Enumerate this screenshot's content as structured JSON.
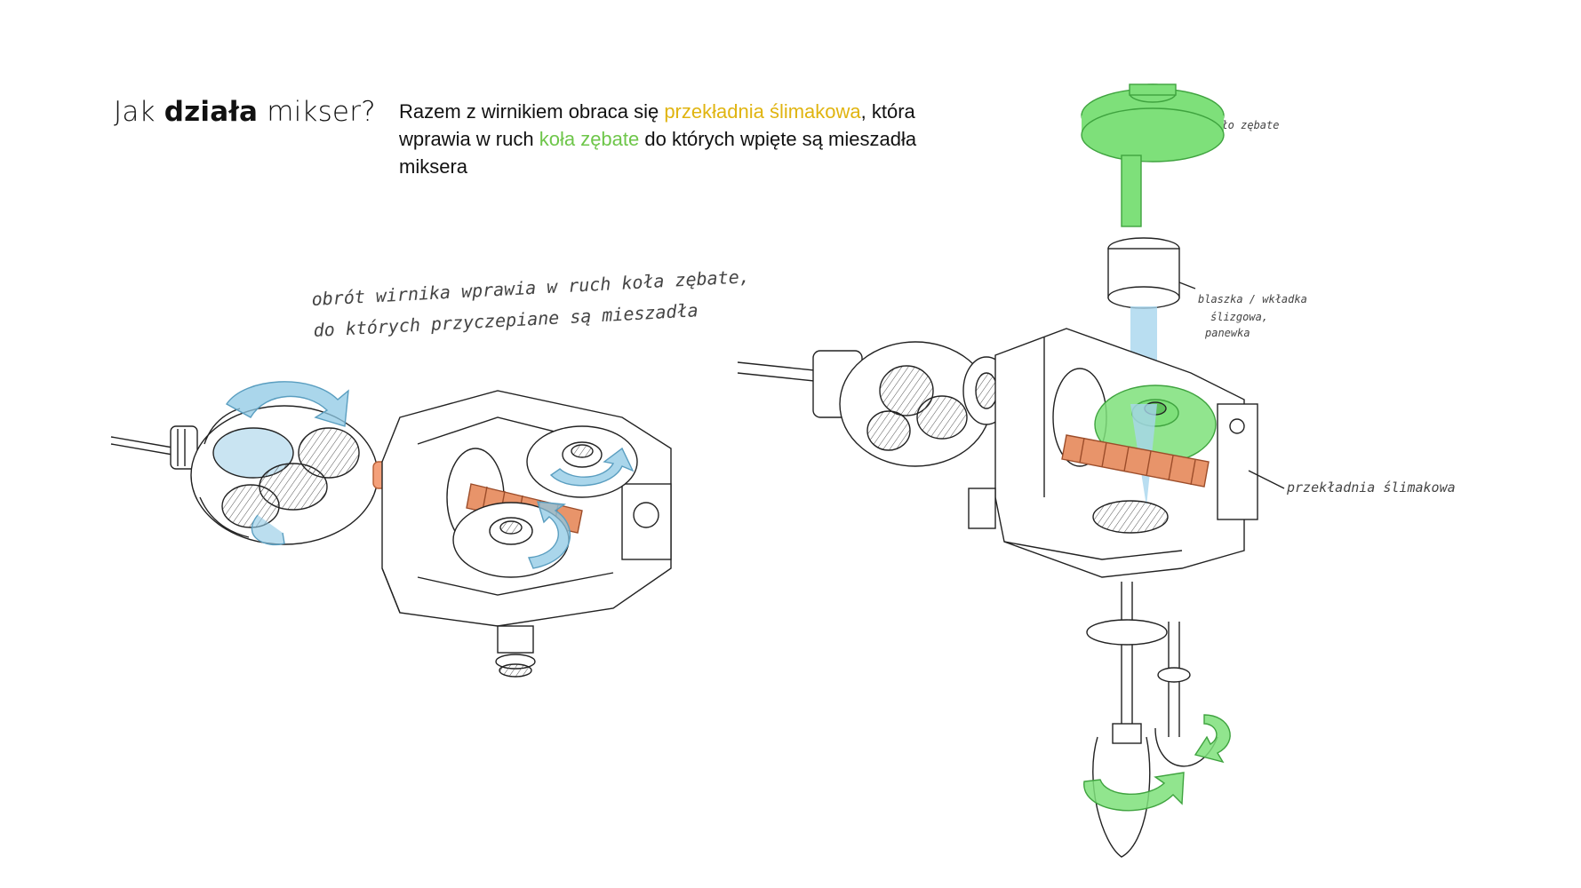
{
  "title": {
    "prefix": "Jak ",
    "bold": "działa",
    "suffix": " mikser?"
  },
  "description": {
    "part1": "Razem z wirnikiem obraca się ",
    "highlight1": "przekładnia ślimakowa",
    "part2": ", która wprawia w ruch ",
    "highlight2": "koła zębate",
    "part3": " do których wpięte są mieszadła miksera"
  },
  "notes": {
    "left_line1": "obrót wirnika wprawia w ruch koła zębate,",
    "left_line2": "do których przyczepiane są mieszadła"
  },
  "labels": {
    "kolo": "koło zębate",
    "blaszka_line1": "blaszka / wkładka",
    "blaszka_line2": "ślizgowa,",
    "blaszka_line3": "panewka",
    "przekladnia": "przekładnia ślimakowa"
  },
  "colors": {
    "highlight_yellow": "#e0b410",
    "highlight_green": "#6ec64a",
    "gear_green": "#7ee07a",
    "worm_orange": "#e8946a",
    "arrow_blue": "#8ec8e4"
  }
}
